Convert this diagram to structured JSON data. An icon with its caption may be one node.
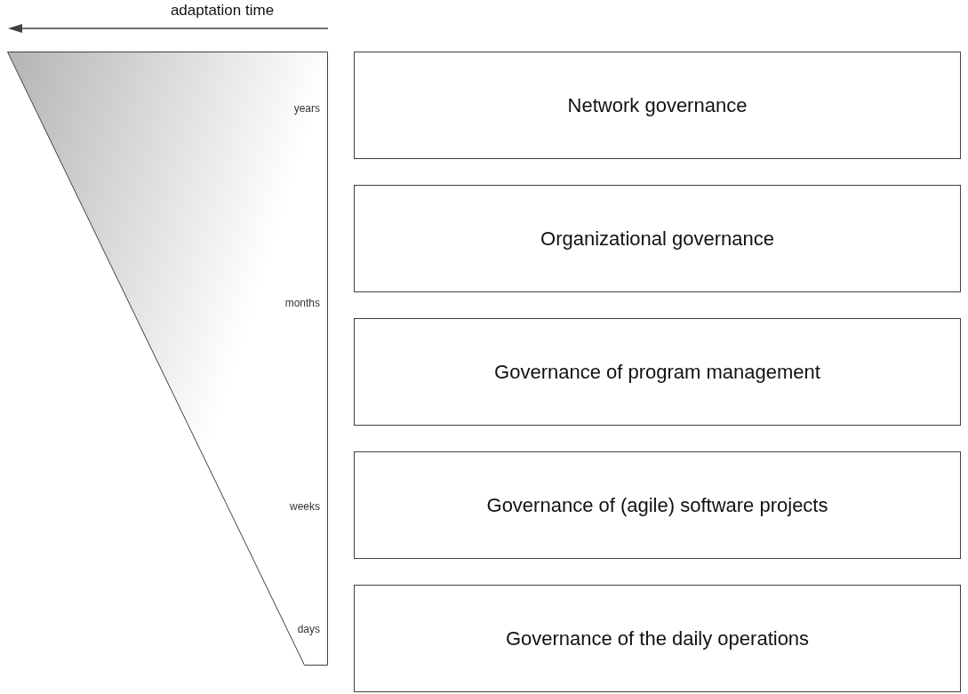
{
  "diagram": {
    "nodes": [
      {
        "text": [
          "years",
          "months",
          "weeks",
          "days"
        ]
      },
      {
        "text": [
          "Network governance"
        ]
      },
      {
        "text": [
          "Organizational governance"
        ]
      },
      {
        "text": [
          "Governance of program management"
        ]
      },
      {
        "text": [
          "Governance of (agile) software projects"
        ]
      },
      {
        "text": [
          "Governance of the daily operations"
        ]
      }
    ],
    "labels": [
      "adaptation time"
    ]
  }
}
